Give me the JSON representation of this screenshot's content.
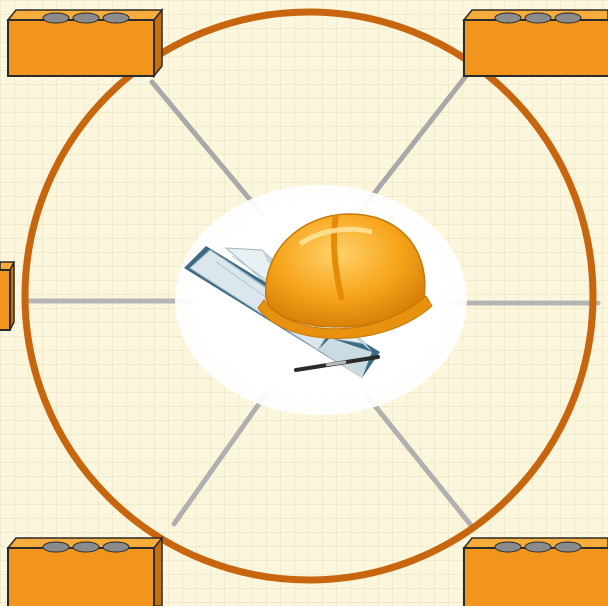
{
  "diagram": {
    "type": "hub-and-spoke",
    "spoke_count": 6,
    "brick_count": 5,
    "brick_studs_per_brick": 3,
    "center_image": "hard-hat-with-open-notebook-and-pen",
    "colors": {
      "background": "#fbf6dc",
      "grid_line": "#e6dfc0",
      "ring": "#c8650f",
      "spoke": "#b7b7b7",
      "brick_face": "#f1951d",
      "brick_top": "#f7ad3c",
      "brick_side": "#c76f0c",
      "brick_outline": "#2a2a2a",
      "stud": "#8b8b8b",
      "hardhat": "#f7a51c",
      "book_cover": "#3d6b86",
      "book_pages": "#dbe7ec"
    }
  }
}
